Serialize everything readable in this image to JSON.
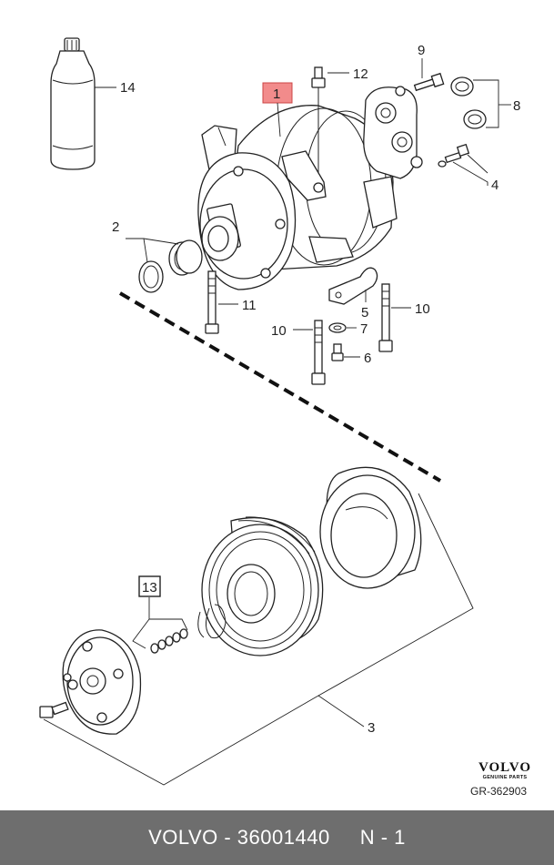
{
  "diagram": {
    "callouts": {
      "c1": "1",
      "c2": "2",
      "c3": "3",
      "c4": "4",
      "c5": "5",
      "c6": "6",
      "c7": "7",
      "c8": "8",
      "c9": "9",
      "c10a": "10",
      "c10b": "10",
      "c11": "11",
      "c12": "12",
      "c13": "13",
      "c14": "14"
    },
    "highlight_color": "#f28b8b"
  },
  "logo": {
    "brand": "VOLVO",
    "tagline": "GENUINE PARTS"
  },
  "doc_ref": "GR-362903",
  "footer": {
    "text": "VOLVO - 36001440     N - 1"
  }
}
